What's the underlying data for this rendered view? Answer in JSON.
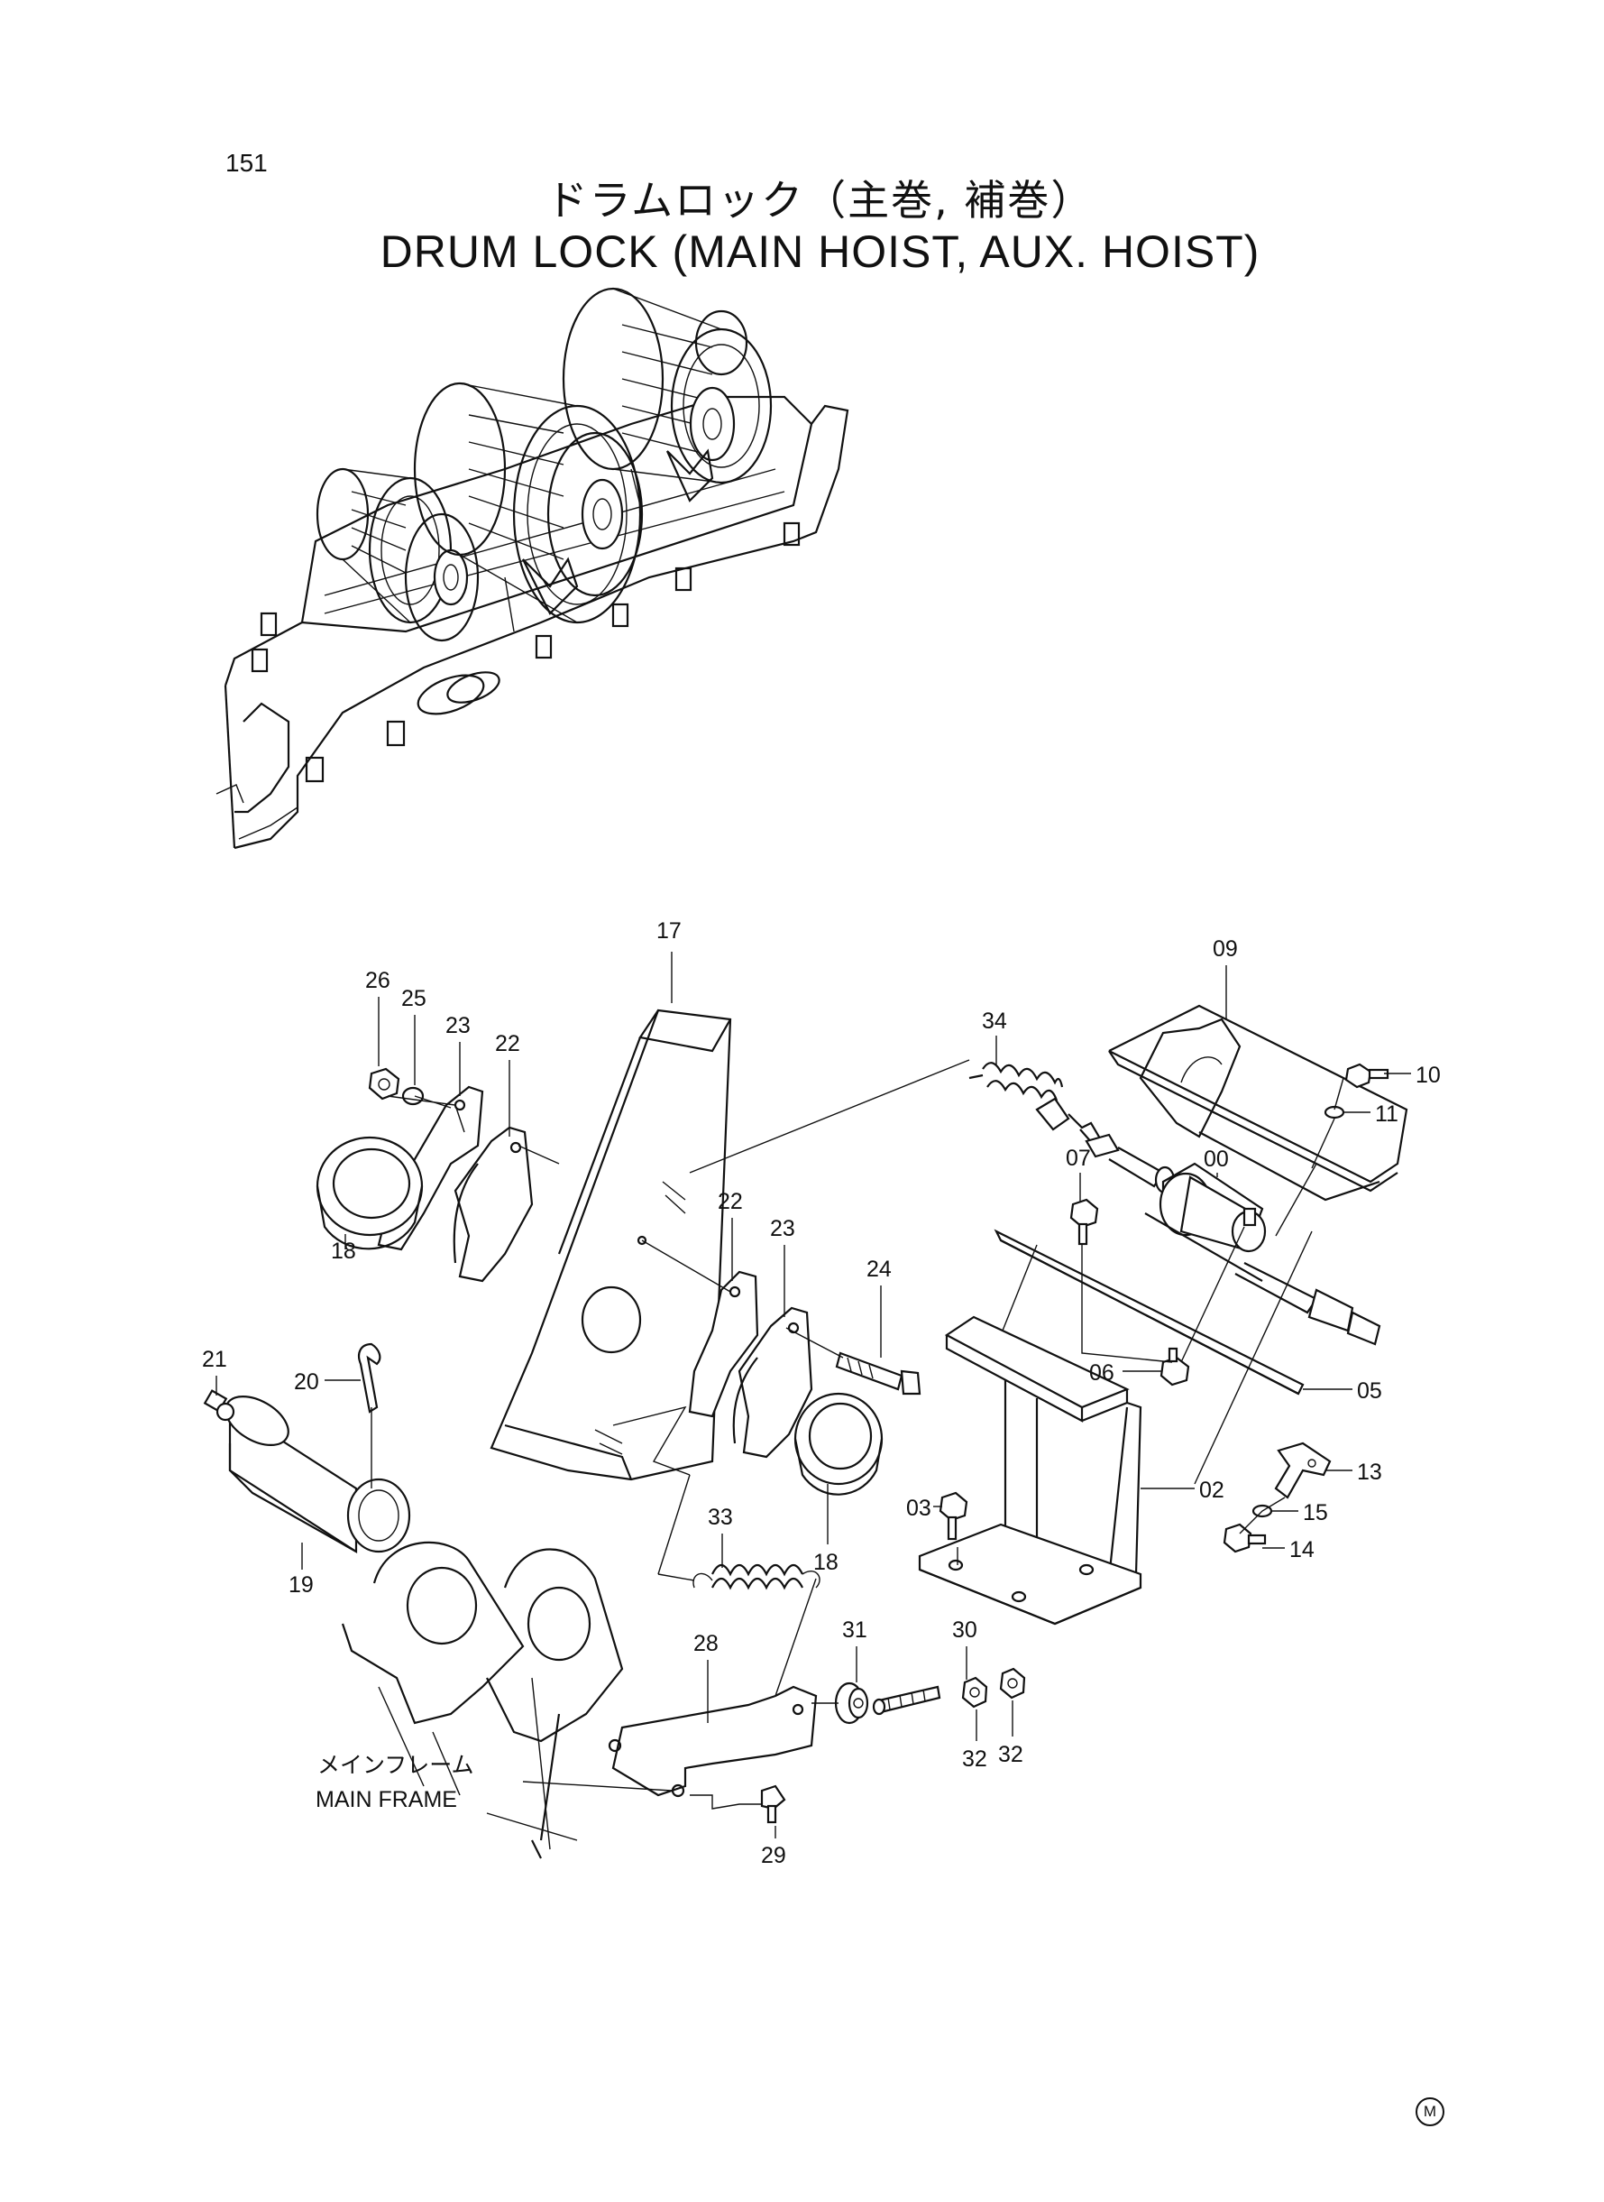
{
  "page": {
    "number": "151",
    "title_jp": "ドラムロック（主巻, 補巻）",
    "title_en": "DRUM LOCK (MAIN HOIST, AUX. HOIST)",
    "mark": "M"
  },
  "labels": {
    "main_frame_jp": "メインフレーム",
    "main_frame_en": "MAIN FRAME"
  },
  "callouts": {
    "p00": "00",
    "p02": "02",
    "p03": "03",
    "p05": "05",
    "p06": "06",
    "p07": "07",
    "p09": "09",
    "p10": "10",
    "p11": "11",
    "p13": "13",
    "p14": "14",
    "p15": "15",
    "p17": "17",
    "p18a": "18",
    "p18b": "18",
    "p19": "19",
    "p20": "20",
    "p21": "21",
    "p22a": "22",
    "p22b": "22",
    "p23a": "23",
    "p23b": "23",
    "p24": "24",
    "p25": "25",
    "p26": "26",
    "p28": "28",
    "p29": "29",
    "p30": "30",
    "p31": "31",
    "p32a": "32",
    "p32b": "32",
    "p33": "33",
    "p34": "34"
  }
}
